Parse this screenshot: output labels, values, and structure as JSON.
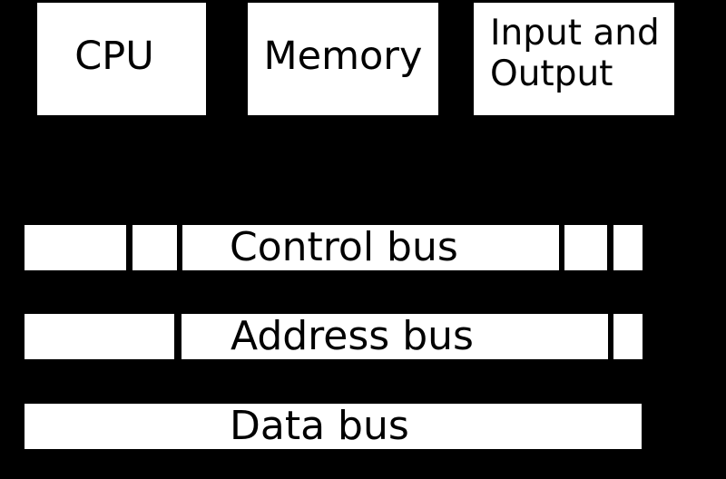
{
  "components": [
    {
      "label": "CPU"
    },
    {
      "label": "Memory"
    },
    {
      "label": "Input and Output"
    }
  ],
  "buses": [
    {
      "label": "Control bus"
    },
    {
      "label": "Address bus"
    },
    {
      "label": "Data bus"
    }
  ],
  "colors": {
    "background": "#000000",
    "component_fill": "#ffffff",
    "label_text": "#000000"
  }
}
